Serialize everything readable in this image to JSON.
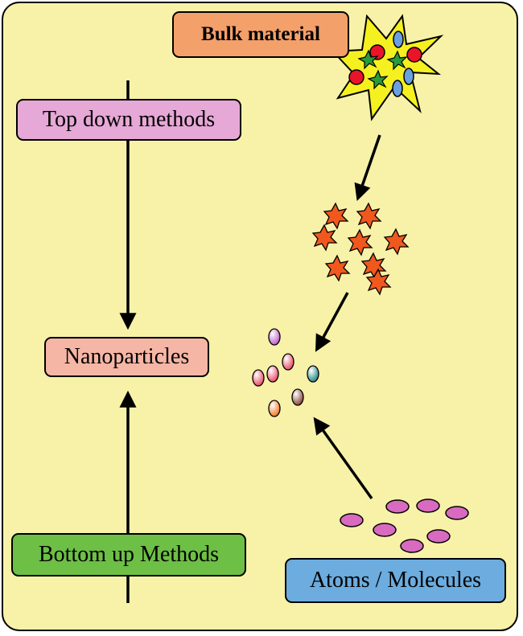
{
  "labels": {
    "bulk": "Bulk material",
    "top_down": "Top down methods",
    "nanoparticles": "Nanoparticles",
    "bottom_up": "Bottom up Methods",
    "atoms": "Atoms / Molecules"
  },
  "colors": {
    "background": "#f7f2a8",
    "bulk_box": "#f4a06a",
    "top_down_box": "#e6a8d6",
    "nanoparticles_box": "#f6b6a6",
    "bottom_up_box": "#6dbf45",
    "atoms_box": "#6cacde",
    "burst": "#f5f020",
    "fragments": "#f0581e",
    "molecules": "#d86ac0"
  }
}
